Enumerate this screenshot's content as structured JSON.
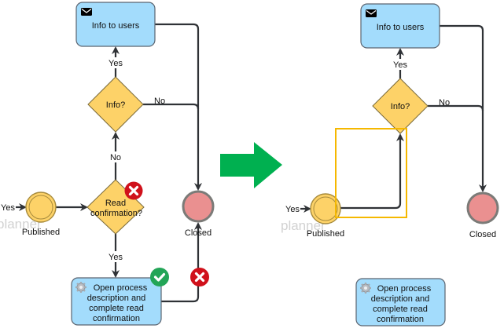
{
  "colors": {
    "task_fill": "#a3dcfc",
    "gateway_fill": "#fdd268",
    "start_fill": "#fdd268",
    "end_fill": "#ea9090",
    "edge": "#2f3236",
    "arrow": "#00b050",
    "selection": "#f5b800",
    "reject_badge": "#d0111b",
    "accept_badge": "#23a557"
  },
  "watermark": "planner",
  "before": {
    "task_info": "Info to users",
    "gateway_info": "Info?",
    "gateway_read": [
      "Read",
      "confirmation?"
    ],
    "start_label": "Published",
    "end_label": "Closed",
    "task_open": [
      "Open process",
      "description and",
      "complete read",
      "confirmation"
    ],
    "edge_yes_top": "Yes",
    "edge_no_info": "No",
    "edge_no_read": "No",
    "edge_yes_read": "Yes",
    "edge_incoming": "Yes",
    "badges": [
      "reject",
      "accept",
      "reject"
    ]
  },
  "after": {
    "task_info": "Info to users",
    "gateway_info": "Info?",
    "start_label": "Published",
    "end_label": "Closed",
    "task_open": [
      "Open process",
      "description and",
      "complete read",
      "confirmation"
    ],
    "edge_yes_top": "Yes",
    "edge_no_info": "No",
    "edge_incoming": "Yes"
  },
  "icons": {
    "task_info": "envelope-icon",
    "task_open": "gear-icon",
    "transition": "right-arrow-icon"
  }
}
